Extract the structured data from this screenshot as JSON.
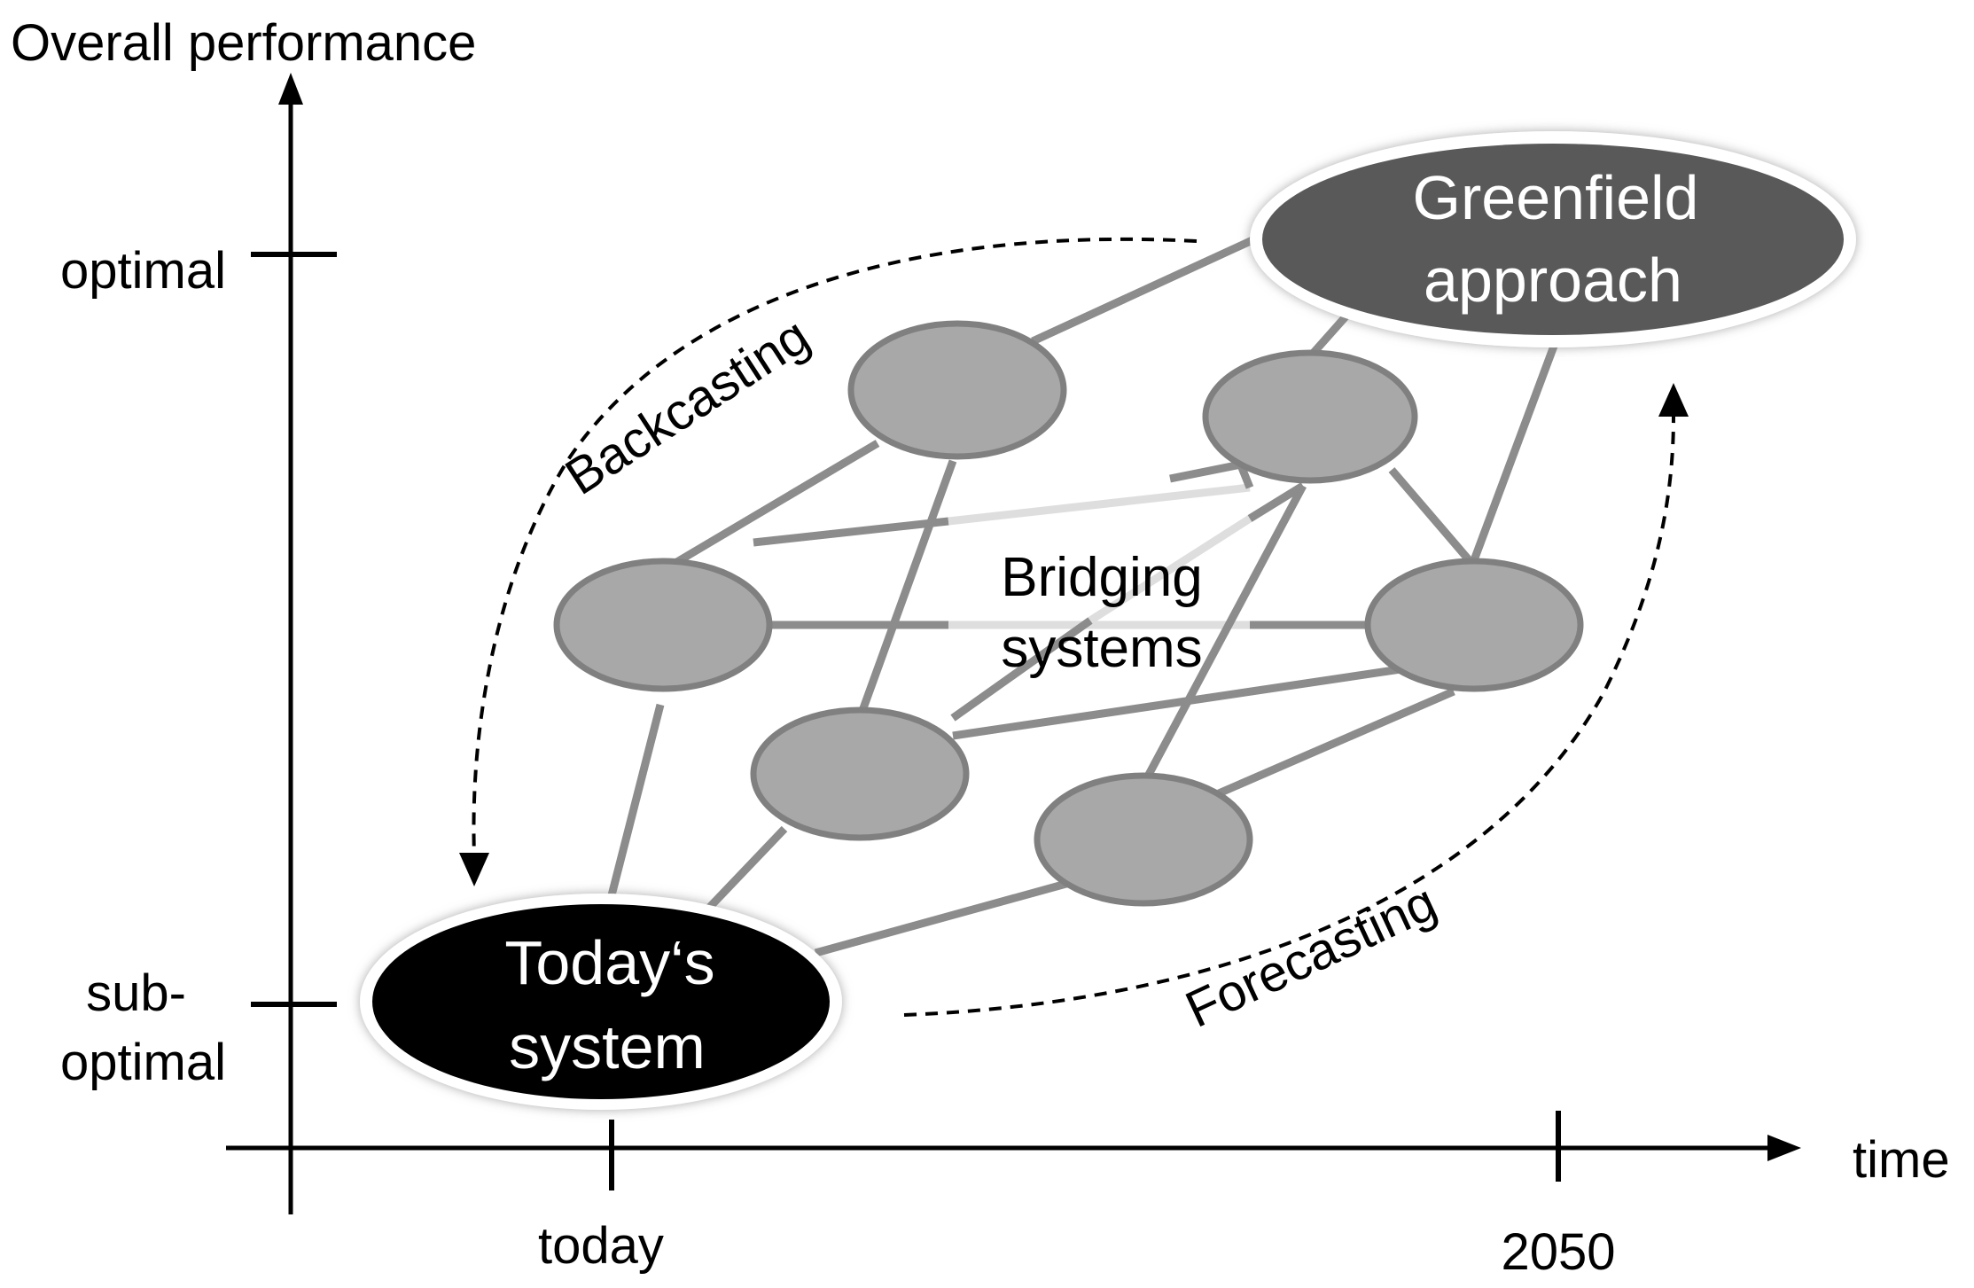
{
  "axes": {
    "y_title": "Overall performance",
    "y_tick_optimal": "optimal",
    "y_tick_suboptimal_line1": "sub-",
    "y_tick_suboptimal_line2": "optimal",
    "x_title": "time",
    "x_tick_today": "today",
    "x_tick_2050": "2050"
  },
  "nodes": {
    "today_line1": "Today‘s",
    "today_line2": "system",
    "greenfield_line1": "Greenfield",
    "greenfield_line2": "approach",
    "bridging_line1": "Bridging",
    "bridging_line2": "systems"
  },
  "arrows": {
    "backcasting": "Backcasting",
    "forecasting": "Forecasting"
  },
  "colors": {
    "today_fill": "#000000",
    "greenfield_fill": "#595959",
    "bridging_fill": "#a8a8a8",
    "edge": "#8c8c8c"
  }
}
